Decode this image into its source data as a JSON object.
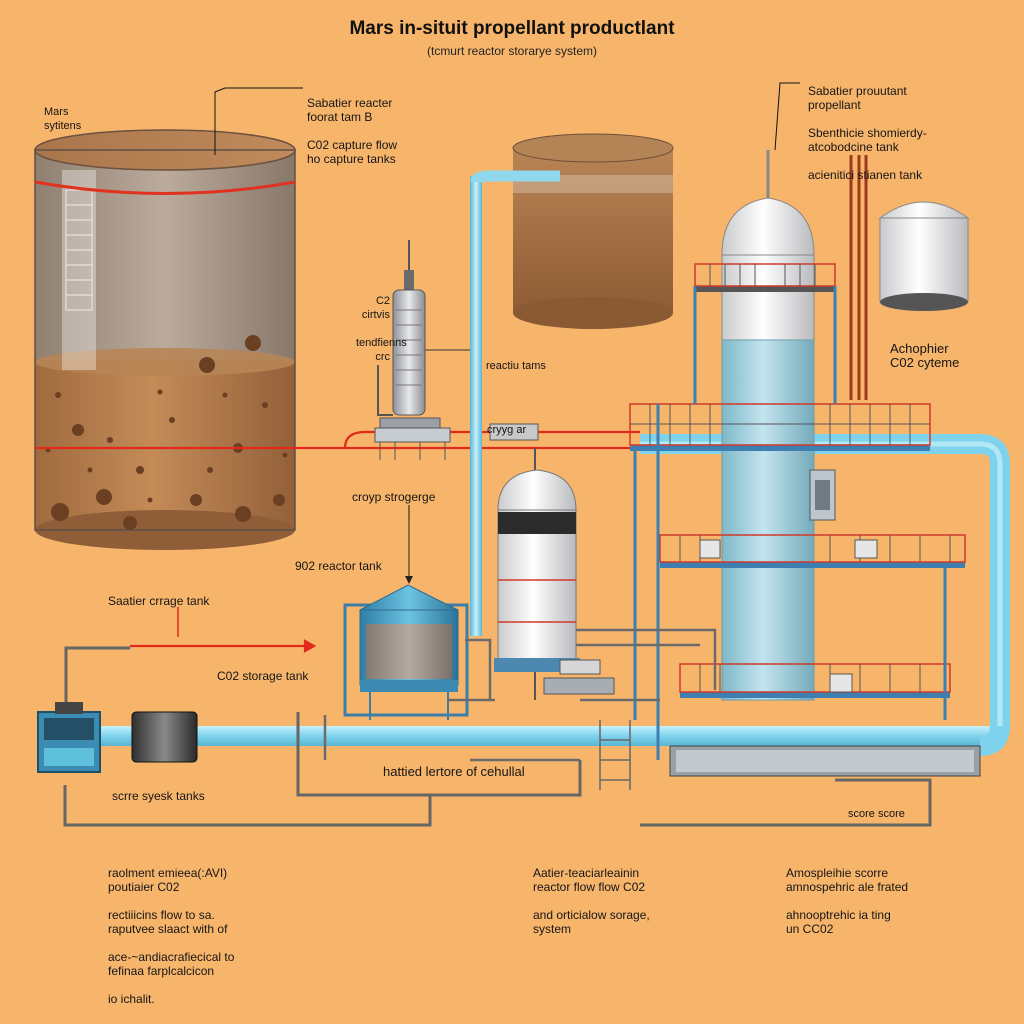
{
  "title": "Mars in-situit propellant productlant",
  "subtitle": "(tcmurt reactor storarye system)",
  "colors": {
    "background": "#f7b56c",
    "regolith": "#b98151",
    "tank_gray": "#9c918a",
    "pipe_blue": "#86d7ef",
    "column_blue": "#9ccfde",
    "railing_red": "#d0392a",
    "frame_blue": "#3e7fb2",
    "annotation_line": "#111111",
    "red_line": "#e12a1a"
  },
  "labels": {
    "mars_systems": [
      "Mars",
      "sytitens"
    ],
    "sabatier_left": [
      "Sabatier reacter",
      "foorat tam B",
      "C02 capture flow",
      "ho capture tanks"
    ],
    "sabatier_right": [
      "Sabatier prouutant",
      "propellant",
      "Sbenthicie shomierdy-",
      "atcobodcine tank",
      "acienitici stianen tank"
    ],
    "column_left": [
      "C2",
      "cirtvis",
      "tendfienns",
      "crc"
    ],
    "reactiu_tams": [
      "reactiu tams"
    ],
    "cryyg": [
      "cryyg ar"
    ],
    "croyp_strogerge": [
      "croyp strogerge"
    ],
    "achophier": [
      "Achophier",
      "C02 cyteme"
    ],
    "reactor_tank_902": [
      "902 reactor tank"
    ],
    "saatier_crrage": [
      "Saatier crrage tank"
    ],
    "c02_storage": [
      "C02  storage tank"
    ],
    "scrre_syesk": [
      "scrre syesk tanks"
    ],
    "hattied": [
      "hattied lertore of cehullal"
    ],
    "score_score": [
      "score score"
    ],
    "bottom_left": [
      "raolment emieea(:AVI)",
      "poutiaier C02",
      "rectiiicins flow to  sa.",
      "raputvee slaact  with of",
      "ace-~andiacrafiecical to",
      "fefinaa farplcalcicon",
      "io ichalit."
    ],
    "bottom_mid": [
      "Aatier-teaciarleainin",
      "reactor flow flow C02",
      "and orticialow sorage,",
      "system"
    ],
    "bottom_right": [
      "Amospleihie scorre",
      "amnospehric ale frated",
      "ahnooptrehic ia ting",
      "un CC02"
    ]
  }
}
